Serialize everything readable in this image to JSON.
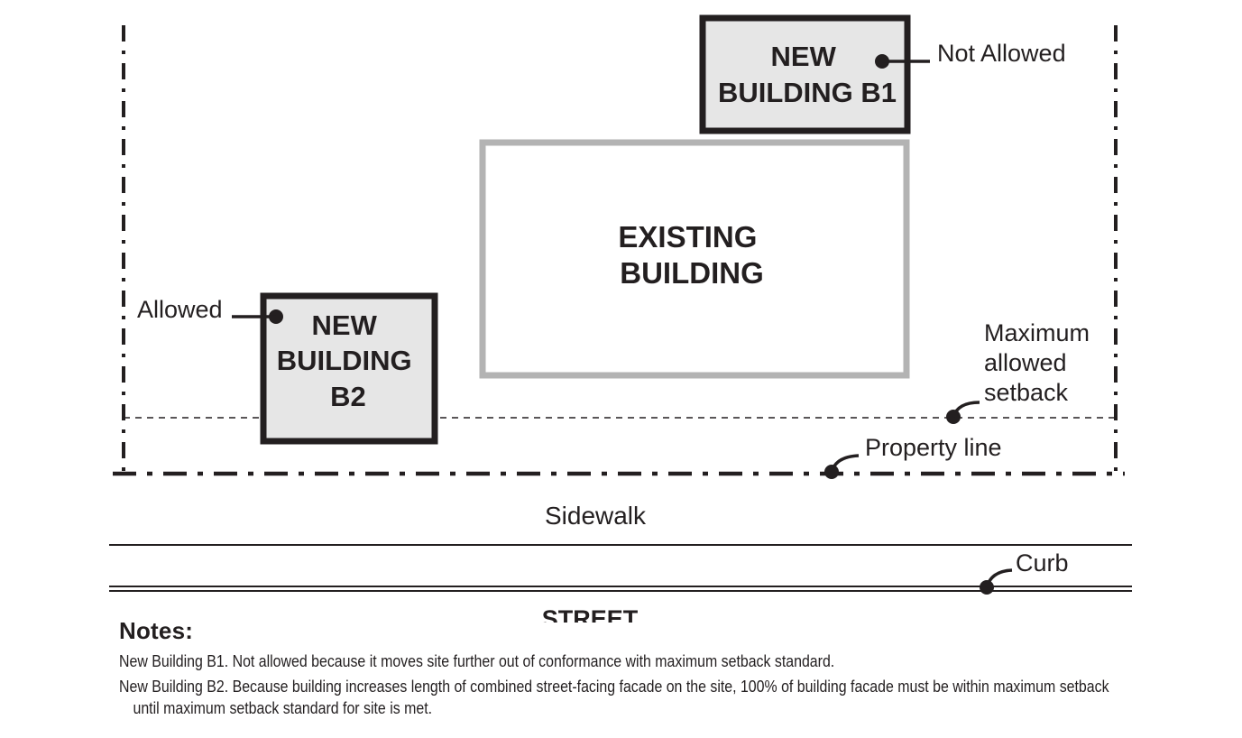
{
  "buildings": {
    "b1": [
      "NEW",
      "BUILDING B1"
    ],
    "existing": [
      "EXISTING",
      "BUILDING"
    ],
    "b2": [
      "NEW",
      "BUILDING",
      "B2"
    ]
  },
  "labels": {
    "not_allowed": "Not Allowed",
    "allowed": "Allowed",
    "max_setback": [
      "Maximum",
      "allowed",
      "setback"
    ],
    "property_line": "Property line",
    "sidewalk": "Sidewalk",
    "curb": "Curb",
    "street": "STREET"
  },
  "notes": {
    "title": "Notes:",
    "items": [
      "New Building B1. Not allowed because it moves site further out of conformance with maximum setback standard.",
      "New Building B2. Because building increases length of combined street-facing facade on the site, 100% of building facade must be within maximum setback until maximum setback standard for site is met."
    ]
  },
  "colors": {
    "ink": "#231f20",
    "building_fill": "#e6e6e6",
    "existing_outline": "#b3b3b3"
  }
}
